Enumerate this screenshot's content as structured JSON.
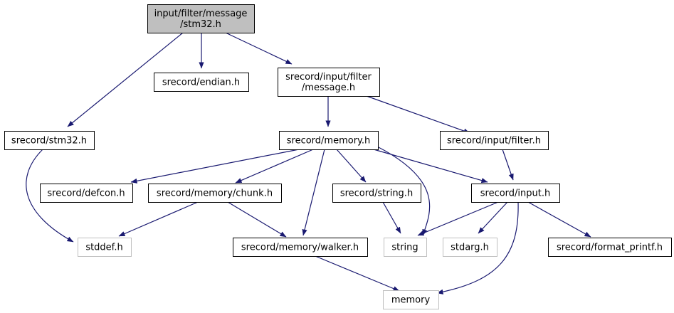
{
  "graph": {
    "root": "input/filter/message/stm32.h",
    "colors": {
      "edge": "#191970",
      "root_fill": "#bfbfbf",
      "node_border": "#000000",
      "system_border": "#bfbfbf",
      "text": "#000000"
    },
    "nodes": [
      {
        "id": "root",
        "lines": [
          "input/filter/message",
          "/stm32.h"
        ],
        "kind": "root"
      },
      {
        "id": "endian",
        "lines": [
          "srecord/endian.h"
        ],
        "kind": "header"
      },
      {
        "id": "filter_message",
        "lines": [
          "srecord/input/filter",
          "/message.h"
        ],
        "kind": "header"
      },
      {
        "id": "stm32",
        "lines": [
          "srecord/stm32.h"
        ],
        "kind": "header"
      },
      {
        "id": "memory_h",
        "lines": [
          "srecord/memory.h"
        ],
        "kind": "header"
      },
      {
        "id": "input_filter",
        "lines": [
          "srecord/input/filter.h"
        ],
        "kind": "header"
      },
      {
        "id": "defcon",
        "lines": [
          "srecord/defcon.h"
        ],
        "kind": "header"
      },
      {
        "id": "chunk",
        "lines": [
          "srecord/memory/chunk.h"
        ],
        "kind": "header"
      },
      {
        "id": "string_h",
        "lines": [
          "srecord/string.h"
        ],
        "kind": "header"
      },
      {
        "id": "input",
        "lines": [
          "srecord/input.h"
        ],
        "kind": "header"
      },
      {
        "id": "stddef",
        "lines": [
          "stddef.h"
        ],
        "kind": "system"
      },
      {
        "id": "walker",
        "lines": [
          "srecord/memory/walker.h"
        ],
        "kind": "header"
      },
      {
        "id": "string",
        "lines": [
          "string"
        ],
        "kind": "system"
      },
      {
        "id": "stdarg",
        "lines": [
          "stdarg.h"
        ],
        "kind": "system"
      },
      {
        "id": "format_printf",
        "lines": [
          "srecord/format_printf.h"
        ],
        "kind": "header"
      },
      {
        "id": "memory",
        "lines": [
          "memory"
        ],
        "kind": "system"
      }
    ],
    "edges": [
      {
        "from": "root",
        "to": "stm32"
      },
      {
        "from": "root",
        "to": "endian"
      },
      {
        "from": "root",
        "to": "filter_message"
      },
      {
        "from": "stm32",
        "to": "stddef"
      },
      {
        "from": "filter_message",
        "to": "memory_h"
      },
      {
        "from": "filter_message",
        "to": "input_filter"
      },
      {
        "from": "memory_h",
        "to": "defcon"
      },
      {
        "from": "memory_h",
        "to": "chunk"
      },
      {
        "from": "memory_h",
        "to": "walker"
      },
      {
        "from": "memory_h",
        "to": "string_h"
      },
      {
        "from": "memory_h",
        "to": "string"
      },
      {
        "from": "memory_h",
        "to": "input"
      },
      {
        "from": "input_filter",
        "to": "input"
      },
      {
        "from": "chunk",
        "to": "stddef"
      },
      {
        "from": "chunk",
        "to": "walker"
      },
      {
        "from": "string_h",
        "to": "string"
      },
      {
        "from": "input",
        "to": "string"
      },
      {
        "from": "input",
        "to": "stdarg"
      },
      {
        "from": "input",
        "to": "format_printf"
      },
      {
        "from": "input",
        "to": "memory"
      },
      {
        "from": "walker",
        "to": "memory"
      }
    ]
  }
}
